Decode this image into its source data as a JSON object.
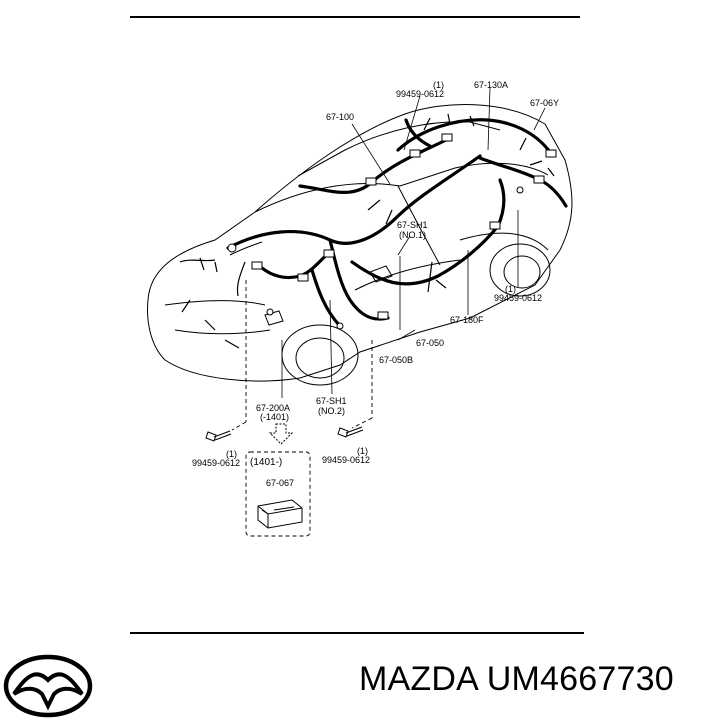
{
  "callouts": {
    "c_99459_top": "99459-0612",
    "c_qty_top": "(1)",
    "c_67_130a": "67-130A",
    "c_67_100": "67-100",
    "c_67_06y": "67-06Y",
    "c_67_sh1_a": "67-SH1",
    "c_no1": "(NO.1)",
    "c_99459_right": "99459-0612",
    "c_qty_right": "(1)",
    "c_67_180f": "67-180F",
    "c_67_050": "67-050",
    "c_67_050b": "67-050B",
    "c_67_200a": "67-200A",
    "c_m1401": "(-1401)",
    "c_67_sh1_b": "67-SH1",
    "c_no2": "(NO.2)",
    "c_qty_left": "(1)",
    "c_99459_left": "99459-0612",
    "c_qty_mid": "(1)",
    "c_99459_mid": "99459-0612",
    "c_1401": "(1401-)",
    "c_67_067": "67-067"
  },
  "brand": {
    "name": "MAZDA UM4667730"
  },
  "icons": {
    "logo": "mazda-logo-icon"
  }
}
